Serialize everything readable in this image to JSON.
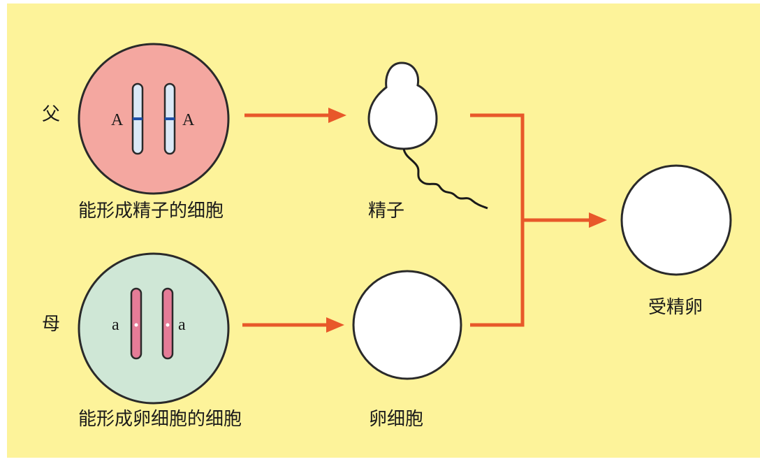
{
  "colors": {
    "background": "#fdf39a",
    "father_cell": "#f4a7a0",
    "mother_cell": "#cfe7d6",
    "father_chromosome": "#dbe9f7",
    "father_centromere": "#1f4fa8",
    "mother_chromosome": "#e57c97",
    "arrow": "#e8582a",
    "gamete": "#ffffff",
    "outline": "#2a2a2a"
  },
  "parents": {
    "father": "父",
    "mother": "母"
  },
  "father_cell": {
    "label": "能形成精子的细胞",
    "allele_left": "A",
    "allele_right": "A"
  },
  "mother_cell": {
    "label": "能形成卵细胞的细胞",
    "allele_left": "a",
    "allele_right": "a"
  },
  "gametes": {
    "sperm_label": "精子",
    "egg_label": "卵细胞"
  },
  "zygote": {
    "label": "受精卵"
  }
}
